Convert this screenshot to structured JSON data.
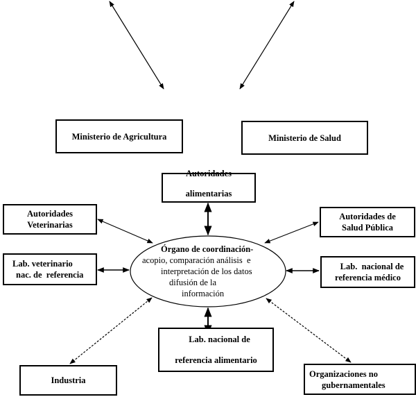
{
  "diagram": {
    "title": "",
    "nodes": {
      "ministerio_agricultura": {
        "lines": [
          "Ministerio de Agricultura"
        ]
      },
      "ministerio_salud": {
        "lines": [
          "Ministerio de Salud"
        ]
      },
      "autoridades_alimentarias": {
        "lines": [
          "Autoridades",
          "alimentarias"
        ]
      },
      "autoridades_veterinarias": {
        "lines": [
          "Autoridades",
          "Veterinarias"
        ]
      },
      "autoridades_salud_publica": {
        "lines": [
          "Autoridades de",
          "Salud Pública"
        ]
      },
      "lab_veterinario": {
        "lines": [
          "Lab. veterinario",
          "nac. de  referencia"
        ]
      },
      "lab_medico": {
        "lines": [
          "Lab.  nacional de",
          "referencia médico"
        ]
      },
      "lab_alimentario": {
        "lines": [
          "Lab. nacional de",
          "referencia alimentario"
        ]
      },
      "industria": {
        "lines": [
          "Industria"
        ]
      },
      "ong": {
        "lines": [
          "Organizaciones no",
          "gubernamentales"
        ]
      },
      "organo_coordinacion": {
        "lines": [
          "Órgano de coordinación-",
          "acopio, comparación análisis  e",
          "interpretación de los datos",
          "difusión de la",
          "información"
        ]
      }
    },
    "edges": [
      {
        "from": "ministerio_agricultura",
        "to": "offscreen-top-left",
        "style": "solid",
        "bidirectional": true
      },
      {
        "from": "ministerio_salud",
        "to": "offscreen-top-right",
        "style": "solid",
        "bidirectional": true
      },
      {
        "from": "autoridades_alimentarias",
        "to": "organo_coordinacion",
        "style": "solid",
        "bidirectional": true
      },
      {
        "from": "autoridades_veterinarias",
        "to": "organo_coordinacion",
        "style": "solid",
        "bidirectional": true
      },
      {
        "from": "autoridades_salud_publica",
        "to": "organo_coordinacion",
        "style": "solid",
        "bidirectional": true
      },
      {
        "from": "lab_veterinario",
        "to": "organo_coordinacion",
        "style": "solid",
        "bidirectional": true
      },
      {
        "from": "lab_medico",
        "to": "organo_coordinacion",
        "style": "solid",
        "bidirectional": true
      },
      {
        "from": "lab_alimentario",
        "to": "organo_coordinacion",
        "style": "solid",
        "bidirectional": true
      },
      {
        "from": "industria",
        "to": "organo_coordinacion",
        "style": "dashed",
        "bidirectional": true
      },
      {
        "from": "ong",
        "to": "organo_coordinacion",
        "style": "dashed",
        "bidirectional": true
      }
    ]
  }
}
